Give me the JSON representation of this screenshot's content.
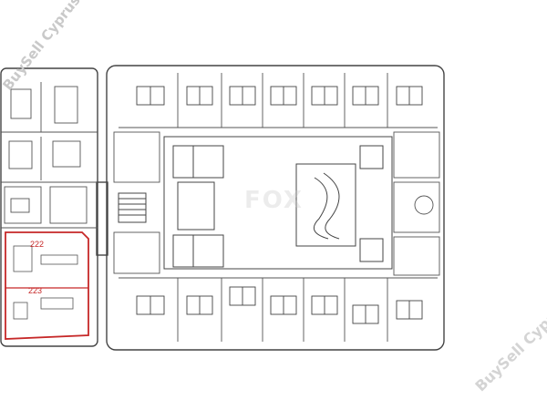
{
  "watermarks": {
    "top_left": "BuySell Cyprus",
    "bottom_right": "BuySell Cyprus",
    "center": "FOX"
  },
  "highlight": {
    "color": "#c62828",
    "rooms": [
      "222",
      "223"
    ]
  },
  "colors": {
    "line": "#444444",
    "faint": "#888888",
    "highlight": "#c62828"
  }
}
